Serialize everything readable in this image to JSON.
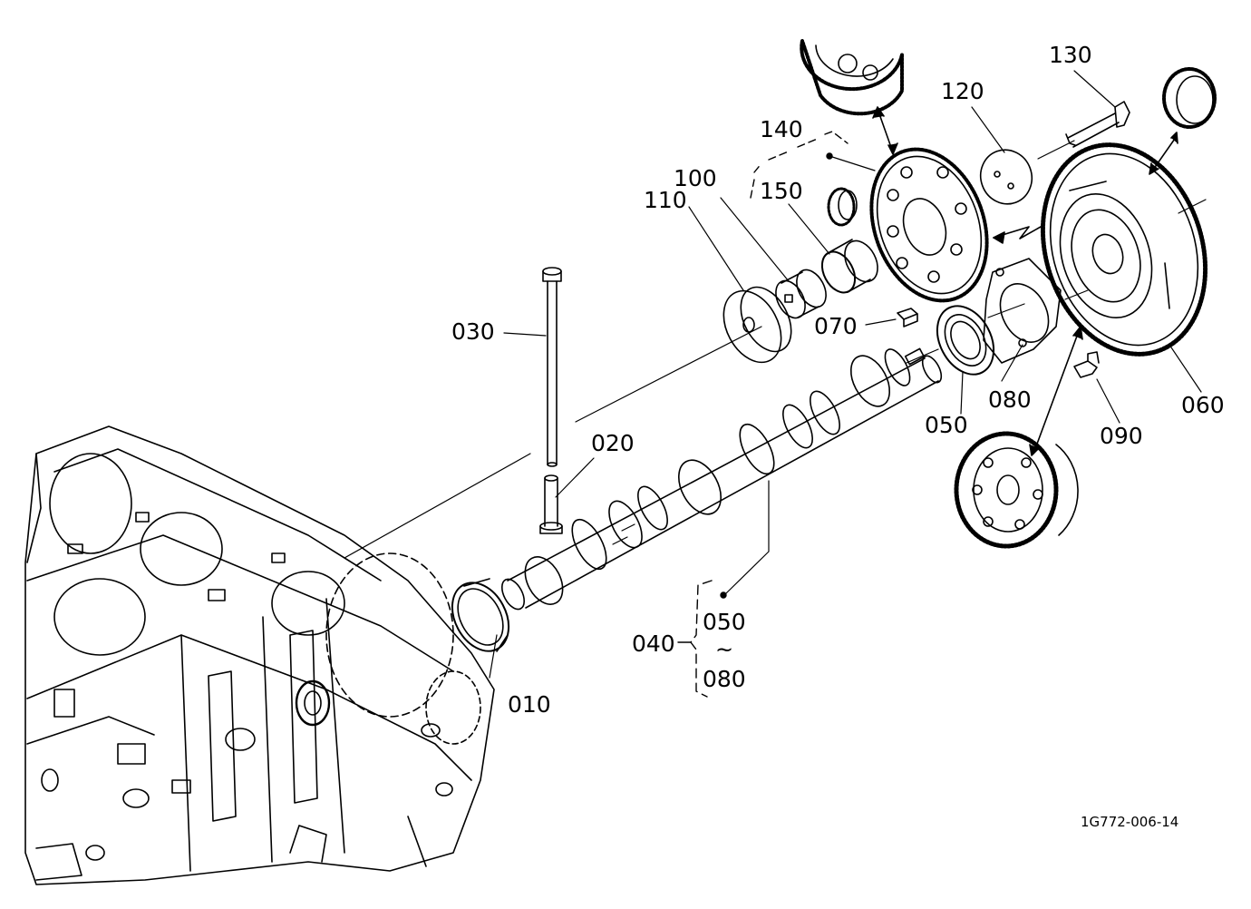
{
  "diagram": {
    "reference": "1G772-006-14",
    "parts": [
      {
        "no": "010"
      },
      {
        "no": "020"
      },
      {
        "no": "030"
      },
      {
        "no": "040"
      },
      {
        "no": "050"
      },
      {
        "no": "060"
      },
      {
        "no": "070"
      },
      {
        "no": "080"
      },
      {
        "no": "090"
      },
      {
        "no": "100"
      },
      {
        "no": "110"
      },
      {
        "no": "120"
      },
      {
        "no": "130"
      },
      {
        "no": "140"
      },
      {
        "no": "150"
      }
    ],
    "assembly_040": {
      "from": "050",
      "sep": "~",
      "to": "080"
    }
  }
}
